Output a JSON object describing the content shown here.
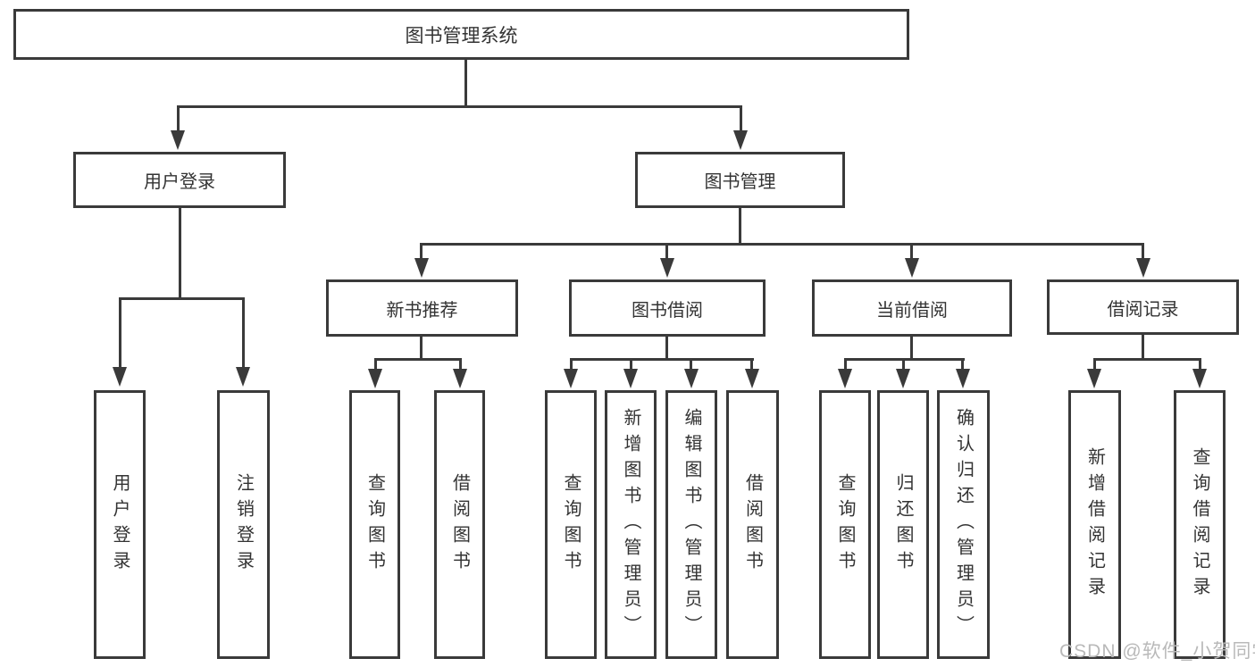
{
  "tree": {
    "label": "图书管理系统",
    "children": [
      {
        "label": "用户登录",
        "children": [
          {
            "label": "用户登录"
          },
          {
            "label": "注销登录"
          }
        ]
      },
      {
        "label": "图书管理",
        "children": [
          {
            "label": "新书推荐",
            "children": [
              {
                "label": "查询图书"
              },
              {
                "label": "借阅图书"
              }
            ]
          },
          {
            "label": "图书借阅",
            "children": [
              {
                "label": "查询图书"
              },
              {
                "label": "新增图书（管理员）"
              },
              {
                "label": "编辑图书（管理员）"
              },
              {
                "label": "借阅图书"
              }
            ]
          },
          {
            "label": "当前借阅",
            "children": [
              {
                "label": "查询图书"
              },
              {
                "label": "归还图书"
              },
              {
                "label": "确认归还（管理员）"
              }
            ]
          },
          {
            "label": "借阅记录",
            "children": [
              {
                "label": "新增借阅记录"
              },
              {
                "label": "查询借阅记录"
              }
            ]
          }
        ]
      }
    ]
  },
  "watermark": "CSDN @软件_小贺同学",
  "colors": {
    "line": "#3a3a3a",
    "box_border": "#3a3a3a",
    "box_fill": "#ffffff",
    "text": "#333333",
    "watermark": "#b9b9b9",
    "background": "#ffffff"
  }
}
